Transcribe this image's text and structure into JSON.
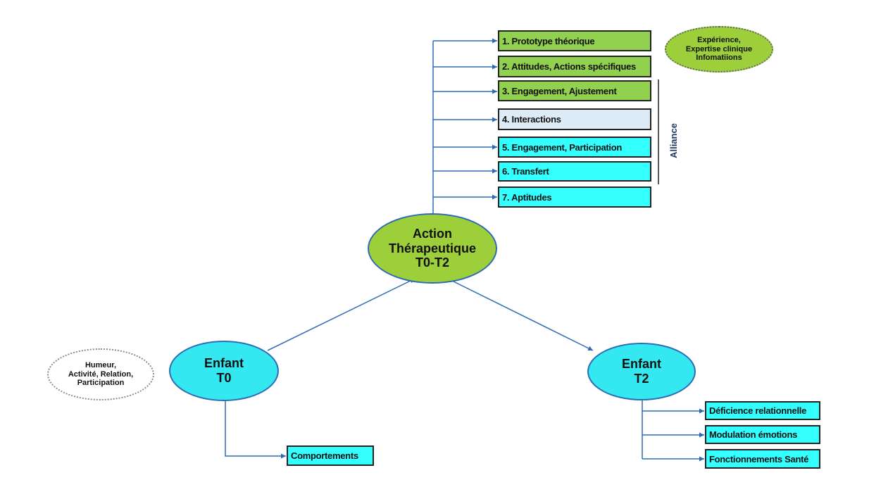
{
  "nodes": {
    "action": [
      "Action",
      "Thérapeutique",
      "T0-T2"
    ],
    "enfant_t0": [
      "Enfant",
      "T0"
    ],
    "enfant_t2": [
      "Enfant",
      "T2"
    ]
  },
  "notes": {
    "expertise": [
      "Expérience,",
      "Expertise clinique",
      "Infomatiions"
    ],
    "humeur": [
      "Humeur,",
      "Activité,  Relation,",
      "Participation"
    ]
  },
  "action_items": [
    "1. Prototype théorique",
    "2. Attitudes, Actions spécifiques",
    "3. Engagement, Ajustement",
    "4. Interactions",
    "5. Engagement, Participation",
    "6. Transfert",
    "7. Aptitudes"
  ],
  "alliance_label": "Alliance",
  "t0_outcomes": [
    "Comportements"
  ],
  "t2_outcomes": [
    "Déficience relationnelle",
    "Modulation émotions",
    "Fonctionnements Santé"
  ],
  "colors": {
    "green": "#92d050",
    "light_blue": "#ddebf7",
    "cyan": "#33ffff",
    "connector": "#2f6bb5"
  }
}
